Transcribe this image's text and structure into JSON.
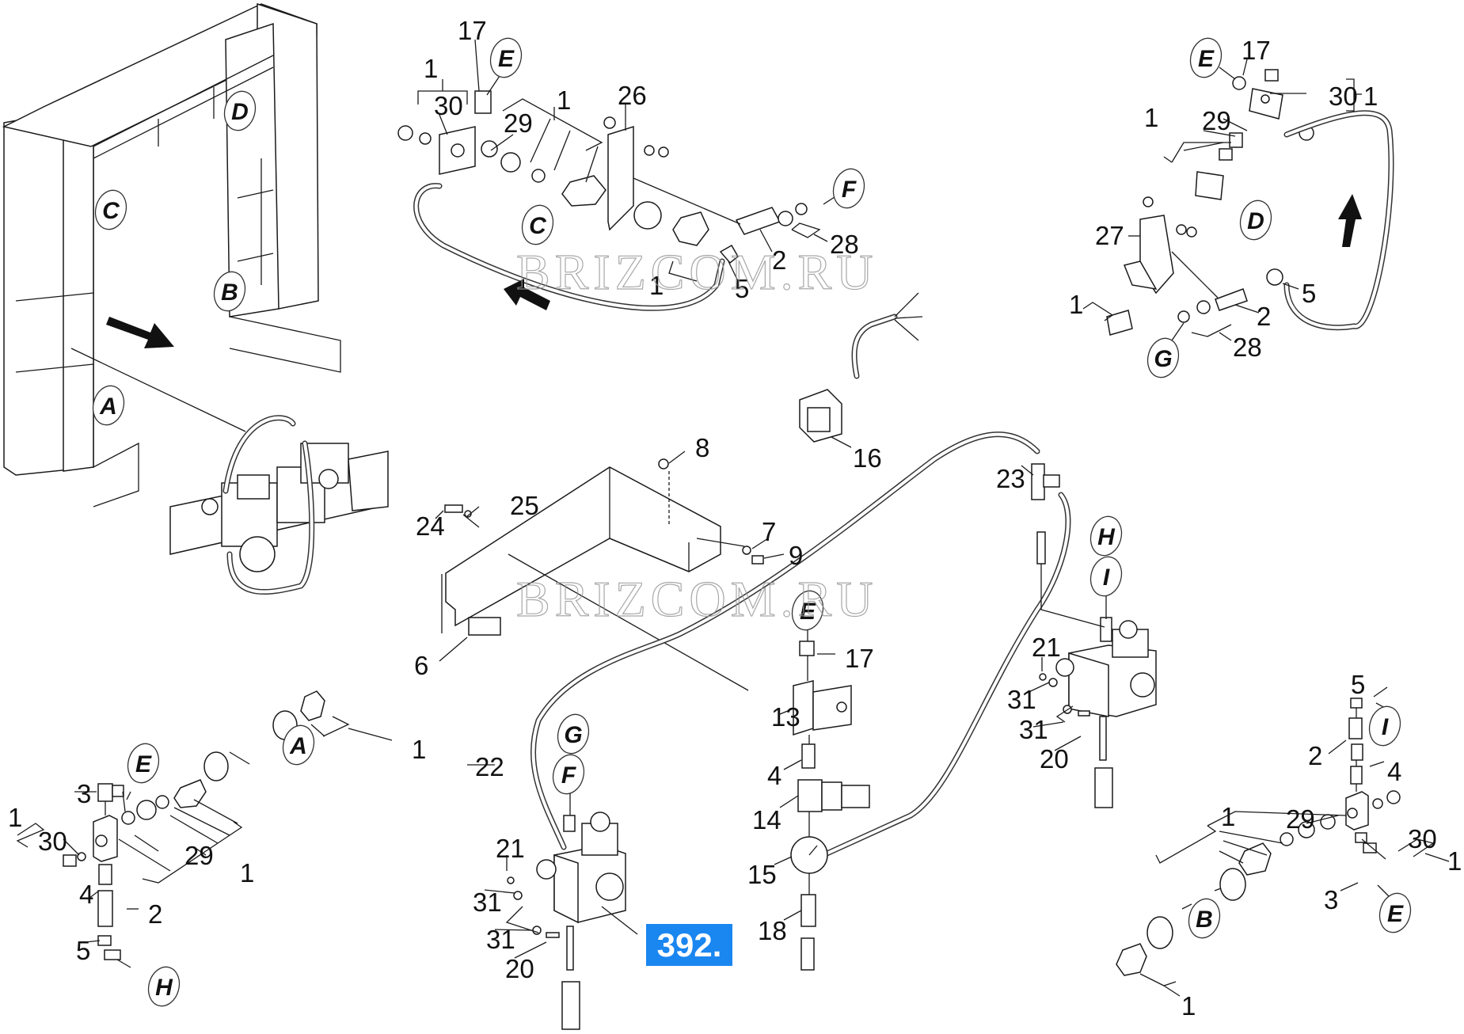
{
  "diagram": {
    "callout_numbers": [
      "1",
      "30",
      "17",
      "29",
      "1",
      "26",
      "28",
      "2",
      "5",
      "1",
      "17",
      "30",
      "1",
      "1",
      "29",
      "27",
      "1",
      "28",
      "2",
      "5",
      "16",
      "8",
      "25",
      "24",
      "7",
      "9",
      "6",
      "17",
      "13",
      "4",
      "14",
      "15",
      "18",
      "22",
      "21",
      "31",
      "31",
      "20",
      "23",
      "21",
      "31",
      "31",
      "20",
      "5",
      "2",
      "4",
      "1",
      "29",
      "30",
      "1",
      "3",
      "1",
      "1",
      "1",
      "3",
      "30",
      "29",
      "1",
      "4",
      "2",
      "5"
    ],
    "callout_letters": [
      "E",
      "C",
      "F",
      "E",
      "D",
      "G",
      "E",
      "G",
      "F",
      "H",
      "I",
      "I",
      "E",
      "B",
      "A",
      "E",
      "H",
      "D",
      "C",
      "B",
      "A"
    ],
    "watermarks": [
      "BRIZCOM.RU",
      "BRIZCOM.RU"
    ],
    "page_badge": "392.",
    "colors": {
      "badge_bg": "#1a86f0",
      "ink": "#111111",
      "watermark": "#9a9a9a"
    }
  }
}
